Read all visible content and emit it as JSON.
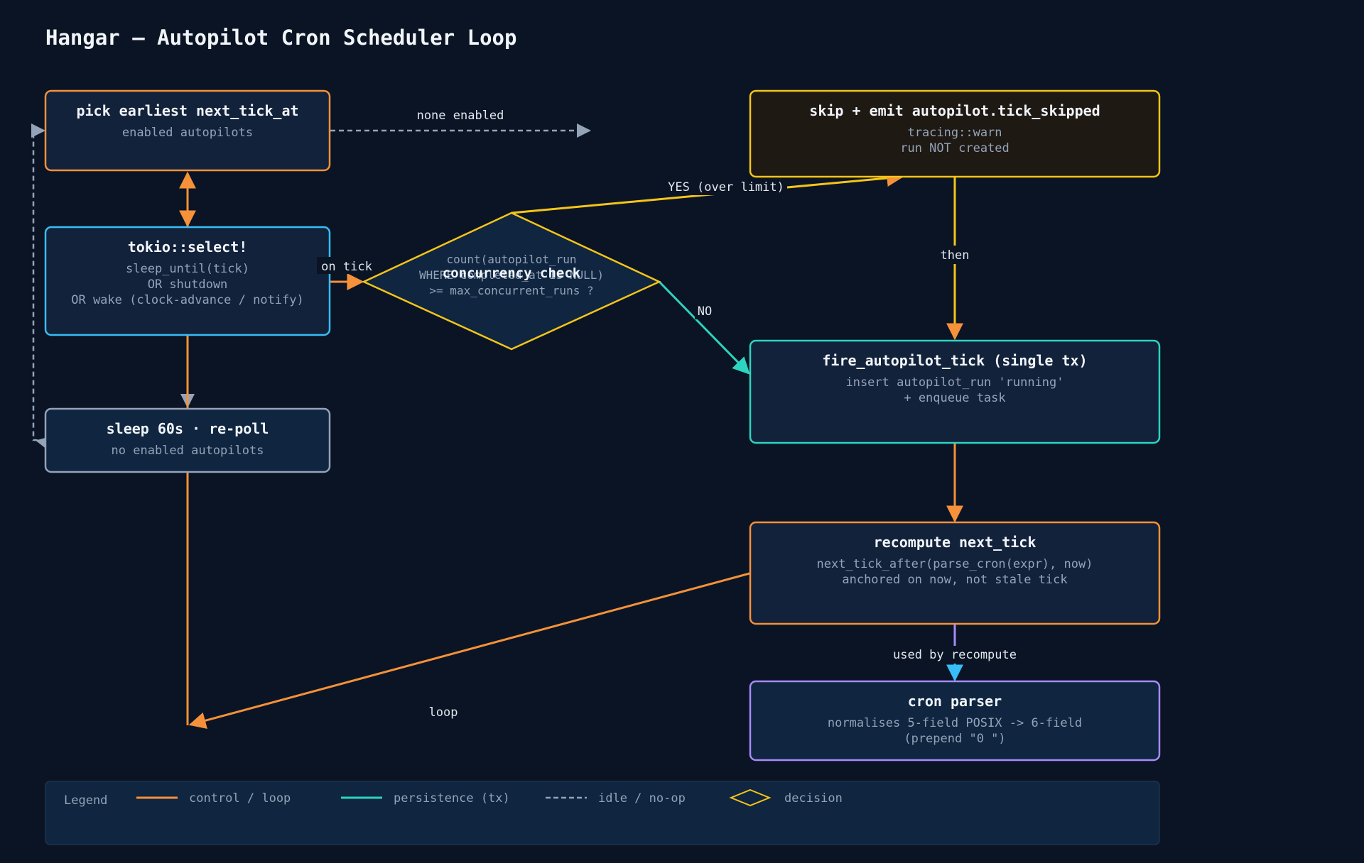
{
  "title": "Hangar — Autopilot Cron Scheduler Loop",
  "colors": {
    "background": "#0b1424",
    "control": "#f5913a",
    "persistence": "#2dd4bf",
    "idle": "#94a3b8",
    "decision": "#f5c518",
    "select": "#38bdf8",
    "parser": "#a78bfa",
    "skip_fill": "#1f1914",
    "node_fill": "#13223b",
    "text_title": "#f1f5f9",
    "text_sub": "#94a3b8"
  },
  "nodes": {
    "pick": {
      "title": "pick earliest next_tick_at",
      "sub": [
        "enabled autopilots"
      ]
    },
    "select": {
      "title": "tokio::select!",
      "sub": [
        "sleep_until(tick)",
        "OR shutdown",
        "OR wake (clock-advance / notify)"
      ]
    },
    "sleep": {
      "title": "sleep 60s · re-poll",
      "sub": [
        "no enabled autopilots"
      ]
    },
    "concurrency": {
      "title": "concurrency check",
      "sub": [
        "count(autopilot_run",
        "WHERE completed_at IS NULL)",
        ">= max_concurrent_runs ?"
      ]
    },
    "skip": {
      "title": "skip + emit autopilot.tick_skipped",
      "sub": [
        "tracing::warn",
        "run NOT created"
      ]
    },
    "fire": {
      "title": "fire_autopilot_tick (single tx)",
      "sub": [
        "insert autopilot_run 'running'",
        "+ enqueue task"
      ]
    },
    "recompute": {
      "title": "recompute next_tick",
      "sub": [
        "next_tick_after(parse_cron(expr), now)",
        "anchored on now, not stale tick"
      ]
    },
    "parser": {
      "title": "cron parser",
      "sub": [
        "normalises 5-field POSIX -> 6-field",
        "(prepend \"0 \")"
      ]
    }
  },
  "edges": {
    "none_enabled": "none enabled",
    "on_tick": "on tick",
    "yes": "YES (over limit)",
    "no": "NO",
    "then": "then",
    "used_by": "used by recompute",
    "loop": "loop"
  },
  "legend": {
    "title": "Legend",
    "items": [
      {
        "label": "control / loop"
      },
      {
        "label": "persistence (tx)"
      },
      {
        "label": "idle / no-op"
      },
      {
        "label": "decision"
      }
    ]
  }
}
